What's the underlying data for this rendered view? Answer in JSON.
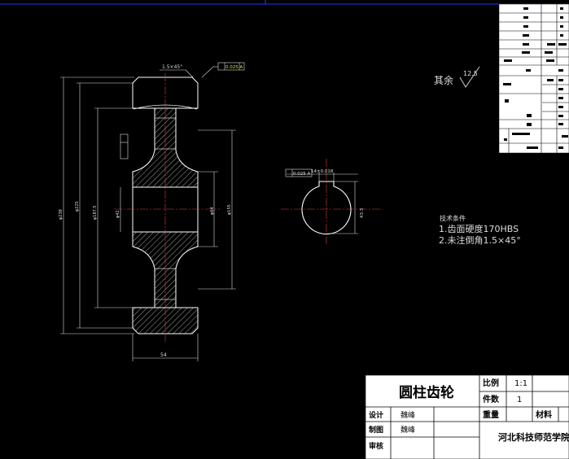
{
  "drawing": {
    "frame_color": "#1c2bd6",
    "line_color": "#ffffff",
    "hatch_color": "#c8c8c8",
    "dim_color": "#dcdcdc",
    "center_color": "#e04040",
    "yellow_color": "#e0e04a"
  },
  "annotations": {
    "chamfer": "1.5×45°",
    "runout_top": "0.025 A",
    "surface_other_label": "其余",
    "surface_other_value": "12.5",
    "key_width": "14±0.018",
    "key_depth": "43.3",
    "datum_box": "0.025 A",
    "width_dim": "54"
  },
  "tech_req": {
    "title": "技术条件",
    "line1": "1.齿面硬度170HBS",
    "line2": "2.未注倒角1.5×45°"
  },
  "title_block": {
    "part_name": "圆柱齿轮",
    "scale_label": "比例",
    "scale_value": "1:1",
    "count_label": "件数",
    "count_value": "1",
    "weight_label": "重量",
    "material_label": "材料",
    "design_label": "设计",
    "design_name": "魏峰",
    "draw_label": "制图",
    "draw_name": "魏峰",
    "review_label": "审核",
    "school": "河北科技师范学院"
  }
}
